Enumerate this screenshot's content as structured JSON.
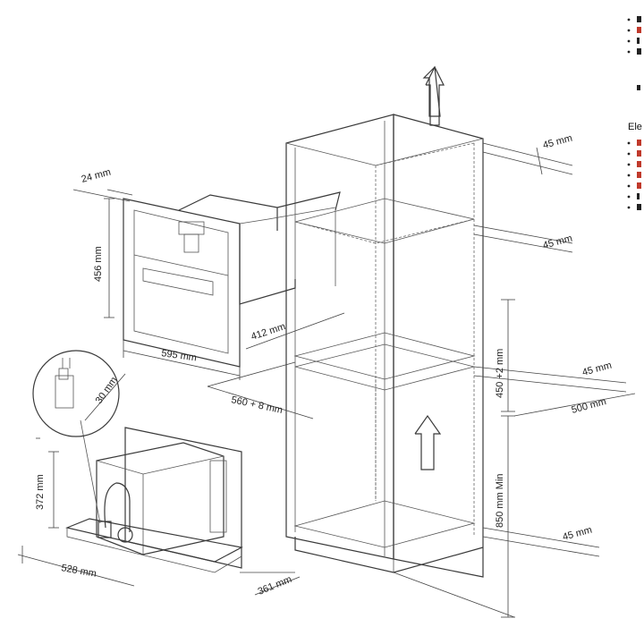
{
  "dimensions": {
    "d24": "24 mm",
    "d456": "456 mm",
    "d595": "595 mm",
    "d412": "412 mm",
    "d560": "560 + 8 mm",
    "d30": "30 mm",
    "d372": "372 mm",
    "d528": "528 mm",
    "d361": "361 mm",
    "d450": "450 +2 mm",
    "d850": "850 mm Min",
    "d500": "500 mm",
    "d45_top": "45 mm",
    "d45_upper": "45 mm",
    "d45_mid": "45 mm",
    "d45_bottom": "45 mm"
  },
  "side_text": {
    "heading": "Ele"
  },
  "colors": {
    "line": "#3a3a3a",
    "bullet_accent": "#c0392b"
  }
}
